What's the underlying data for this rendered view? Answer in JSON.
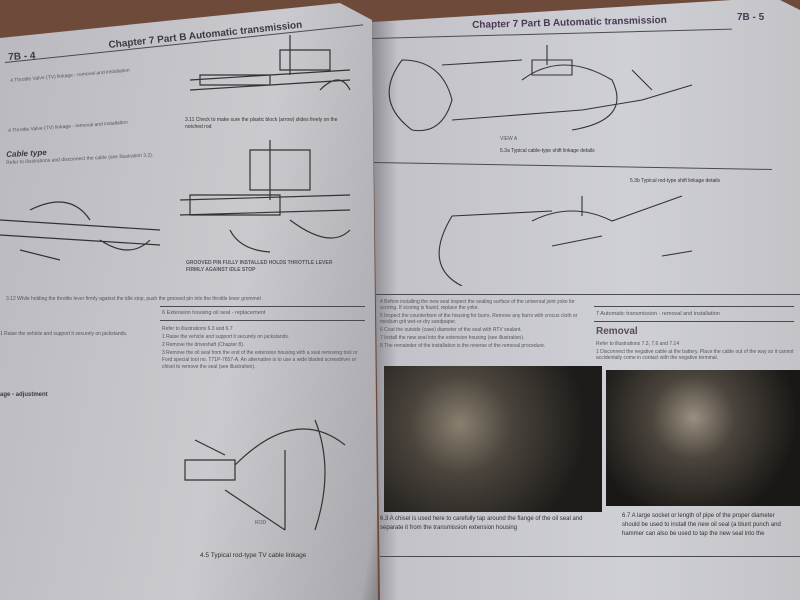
{
  "left_page": {
    "page_number": "7B - 4",
    "running_head": "Chapter 7 Part B  Automatic transmission",
    "section_4_title": "4   Throttle Valve (TV) linkage - removal and installation",
    "cable_type_heading": "Cable type",
    "cable_type_text": "Refer to illustrations and disconnect the cable (see illustration 3.2).",
    "caption_3_11": "3.11   Check to make sure the plastic block (arrow) slides freely on the notched rod",
    "grooved_pin_label": "GROOVED PIN FULLY INSTALLED HOLDS THROTTLE LEVER FIRMLY AGAINST IDLE STOP",
    "caption_3_12": "3.12   While holding the throttle lever firmly against the idle stop, push the grooved pin into the throttle lever grommet",
    "section_6_title": "6   Extension housing oil seal - replacement",
    "section_6_refer": "Refer to illustrations 6.3 and 6.7",
    "section_6_steps": [
      "1   Raise the vehicle and support it securely on jackstands.",
      "2   Remove the driveshaft (Chapter 8).",
      "3   Remove the oil seal from the end of the extension housing with a seal removing tool or Ford special tool no. T71P-7657-A. An alternative is to use a wide bladed screwdriver or chisel to remove the seal (see illustration)."
    ],
    "adjustment_heading": "age - adjustment",
    "caption_4_5": "4.5   Typical rod-type TV cable linkage",
    "rod_label": "ROD"
  },
  "right_page": {
    "page_number": "7B - 5",
    "running_head": "Chapter 7  Part B   Automatic transmission",
    "caption_5_3a": "5.3a   Typical cable-type shift linkage details",
    "caption_5_3b": "5.3b   Typical rod-type shift linkage details",
    "view_label": "VIEW A",
    "install_text": [
      "4   Before installing the new seal inspect the sealing surface of the universal joint yoke for scoring. If scoring is found, replace the yoke.",
      "5   Inspect the counterbore of the housing for burrs. Remove any burrs with crocus cloth or medium grit wet-or-dry sandpaper.",
      "6   Coat the outside (case) diameter of the seal with RTV sealant.",
      "7   Install the new seal into the extension housing (see illustration).",
      "8   The remainder of the installation is the reverse of the removal procedure."
    ],
    "section_7_title": "7   Automatic transmission - removal and installation",
    "removal_heading": "Removal",
    "removal_refer": "Refer to illustrations 7.3, 7.6 and 7.14",
    "removal_step_1": "1   Disconnect the negative cable at the battery. Place the cable out of the way so it cannot accidentally come in contact with the negative terminal.",
    "caption_6_3": "6.3   A chisel is used here to carefully tap around the flange of the oil seal and separate it from the transmission extension housing",
    "caption_6_7": "6.7   A large socket or length of pipe of the proper diameter should be used to install the new oil seal (a blunt punch and hammer can also be used to tap the new seal into the"
  },
  "colors": {
    "background": "#6e4a3a",
    "paper": "#c9c9ce",
    "ink": "#3a3a44"
  }
}
